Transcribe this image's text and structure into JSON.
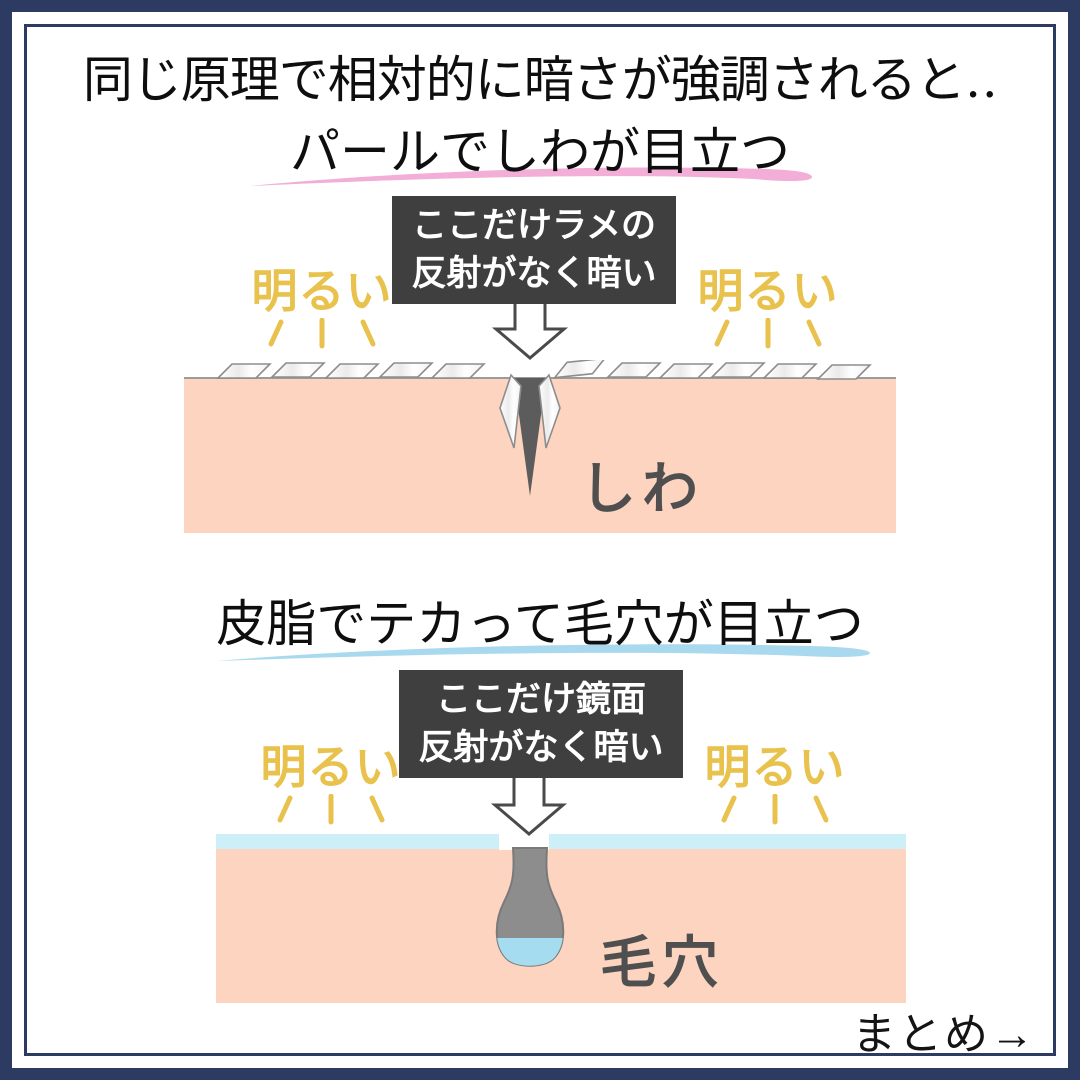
{
  "page": {
    "title": "同じ原理で相対的に暗さが強調されると‥",
    "footer": "まとめ→"
  },
  "sections": [
    {
      "heading": "パールでしわが目立つ",
      "underline_color": "#f2aed6",
      "callout_line1": "ここだけラメの",
      "callout_line2": "反射がなく暗い",
      "bright_label": "明るい",
      "diagram_label": "しわ"
    },
    {
      "heading": "皮脂でテカって毛穴が目立つ",
      "underline_color": "#a9d9ee",
      "callout_line1": "ここだけ鏡面",
      "callout_line2": "反射がなく暗い",
      "bright_label": "明るい",
      "diagram_label": "毛穴"
    }
  ],
  "colors": {
    "frame_navy": "#2d3a62",
    "skin_peach": "#fcd4bf",
    "callout_bg": "#3f3f3f",
    "callout_text": "#ffffff",
    "bright_yellow": "#e8c24d",
    "pink_underline": "#f2aed6",
    "blue_underline": "#a9d9ee",
    "sebum_film_cyan": "#cdeff7",
    "pore_gray": "#8d8d8d",
    "pore_sebum_pool_blue": "#a6dcef",
    "wrinkle_gray": "#5c5c5c",
    "diagram_label_gray": "#4f4f4f"
  }
}
